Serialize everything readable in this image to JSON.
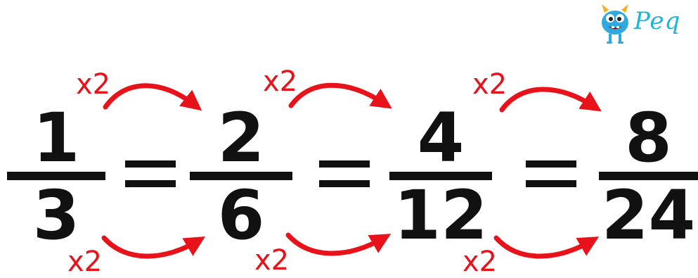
{
  "logo": {
    "text": "Peq",
    "icon": "monster-mascot-icon"
  },
  "fractions": [
    {
      "numerator": "1",
      "denominator": "3"
    },
    {
      "numerator": "2",
      "denominator": "6"
    },
    {
      "numerator": "4",
      "denominator": "12"
    },
    {
      "numerator": "8",
      "denominator": "24"
    }
  ],
  "equals_symbol": "=",
  "multipliers": {
    "top": [
      "x2",
      "x2",
      "x2"
    ],
    "bottom": [
      "x2",
      "x2",
      "x2"
    ]
  },
  "colors": {
    "arrow": "#e8121a",
    "text": "#111111",
    "brand": "#1fb5d6"
  }
}
